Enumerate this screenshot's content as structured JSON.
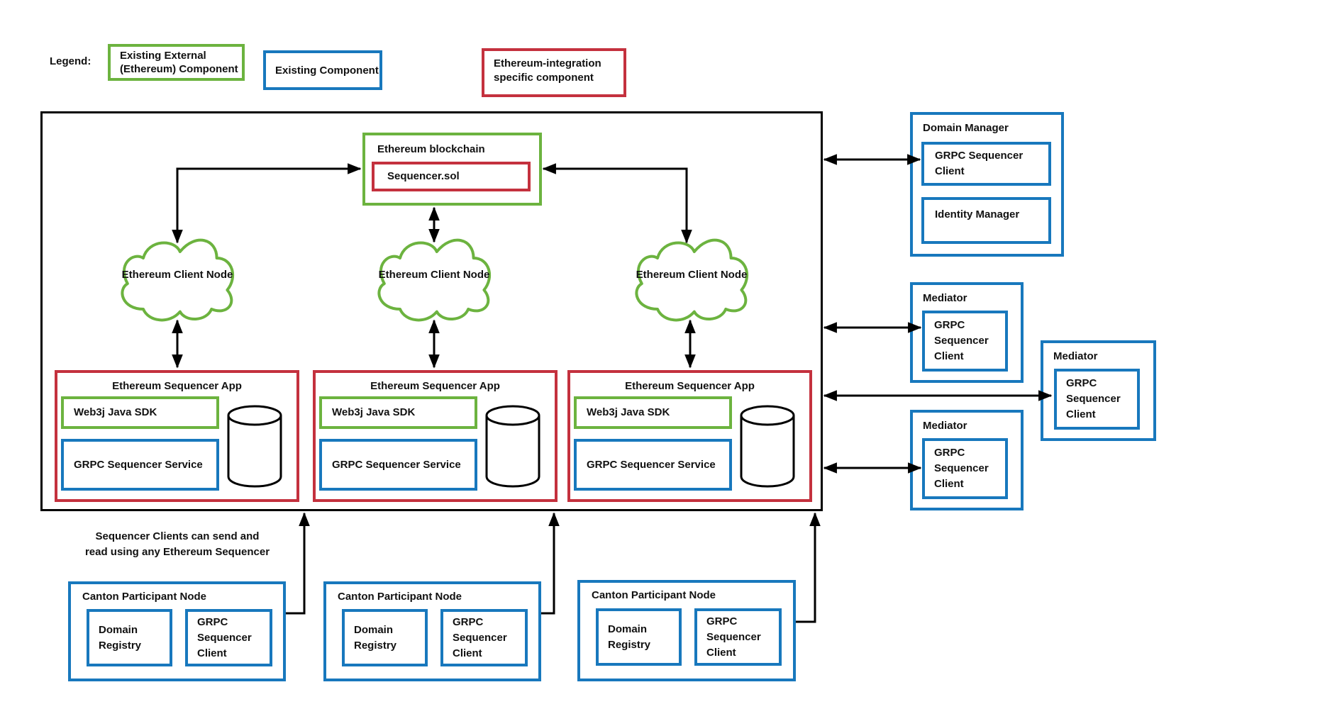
{
  "legend": {
    "label": "Legend:",
    "items": [
      {
        "label": "Existing External (Ethereum) Component"
      },
      {
        "label": "Existing Component"
      },
      {
        "label": "Ethereum-integration specific component"
      }
    ]
  },
  "colors": {
    "green": "#6cb33f",
    "blue": "#1878bd",
    "red": "#c4313e",
    "line": "#000000"
  },
  "main_diagram": {
    "blockchain": {
      "title": "Ethereum blockchain",
      "contract": "Sequencer.sol"
    },
    "client_nodes": [
      {
        "label": "Ethereum Client Node"
      },
      {
        "label": "Ethereum Client Node"
      },
      {
        "label": "Ethereum Client Node"
      }
    ],
    "sequencer_apps": [
      {
        "title": "Ethereum Sequencer App",
        "sdk": "Web3j Java SDK",
        "service": "GRPC Sequencer Service"
      },
      {
        "title": "Ethereum Sequencer App",
        "sdk": "Web3j Java SDK",
        "service": "GRPC Sequencer Service"
      },
      {
        "title": "Ethereum Sequencer App",
        "sdk": "Web3j Java SDK",
        "service": "GRPC Sequencer Service"
      }
    ]
  },
  "domain_manager": {
    "title": "Domain Manager",
    "client": "GRPC Sequencer Client",
    "identity": "Identity Manager"
  },
  "mediators": [
    {
      "title": "Mediator",
      "client": "GRPC Sequencer Client"
    },
    {
      "title": "Mediator",
      "client": "GRPC Sequencer Client"
    },
    {
      "title": "Mediator",
      "client": "GRPC Sequencer Client"
    }
  ],
  "note": {
    "line1": "Sequencer Clients can send and",
    "line2": "read using any Ethereum Sequencer"
  },
  "canton_nodes": [
    {
      "title": "Canton Participant Node",
      "registry": "Domain Registry",
      "client": "GRPC Sequencer Client"
    },
    {
      "title": "Canton Participant Node",
      "registry": "Domain Registry",
      "client": "GRPC Sequencer Client"
    },
    {
      "title": "Canton Participant Node",
      "registry": "Domain Registry",
      "client": "GRPC Sequencer Client"
    }
  ]
}
